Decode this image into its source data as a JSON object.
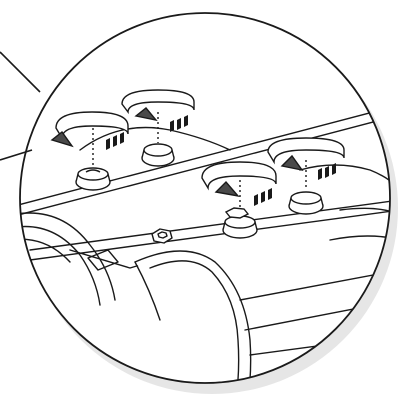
{
  "figure": {
    "kind": "assembly-detail-callout",
    "colors": {
      "line": "#1a1a1a",
      "background": "#ffffff",
      "shadow": "#e6e6e6",
      "arrow_fill": "#4a4a4a",
      "knob_fill": "#ffffff"
    },
    "knobs": [
      {
        "name": "knob-rear-left",
        "arrow_icon": "rotate-clockwise-arrow-icon"
      },
      {
        "name": "knob-rear-right",
        "arrow_icon": "rotate-clockwise-arrow-icon"
      },
      {
        "name": "knob-front-left",
        "arrow_icon": "rotate-clockwise-arrow-icon"
      },
      {
        "name": "knob-front-right",
        "arrow_icon": "rotate-clockwise-arrow-icon"
      }
    ],
    "center_fitting_icon": "hex-nut-icon"
  }
}
